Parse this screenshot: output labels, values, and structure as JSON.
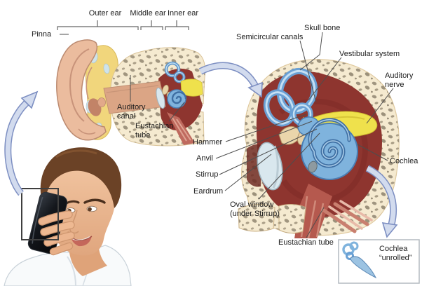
{
  "figure": {
    "region_labels": {
      "outer_ear": "Outer ear",
      "middle_ear": "Middle ear",
      "inner_ear": "Inner ear"
    },
    "small_diagram_labels": {
      "pinna": "Pinna",
      "auditory_canal": "Auditory canal",
      "eustachian_tube": "Eustachian tube"
    },
    "ossicle_labels": {
      "hammer": "Hammer",
      "anvil": "Anvil",
      "stirrup": "Stirrup",
      "eardrum": "Eardrum",
      "oval_window_line1": "Oval window",
      "oval_window_line2": "(under Stirrup)"
    },
    "large_diagram_labels": {
      "semicircular_canals": "Semicircular canals",
      "skull_bone": "Skull bone",
      "vestibular_system": "Vestibular system",
      "auditory_nerve": "Auditory nerve",
      "cochlea": "Cochlea",
      "eustachian_tube": "Eustachian tube"
    },
    "inset": {
      "line1": "Cochlea",
      "line2": "“unrolled”"
    },
    "colors": {
      "bone_cream": "#f5ead0",
      "bone_spots": "#9c917c",
      "middle_ear_cavity_red": "#8e352f",
      "inner_ear_blue": "#7fb3dd",
      "inner_ear_blue_dark": "#4a7fb5",
      "auditory_nerve_yellow": "#efe14c",
      "eardrum_gray_blue": "#d9e7ee",
      "eustachian_red": "#b5594e",
      "cartilage_yellow": "#f1d67c",
      "skin": "#ecb795",
      "hair_brown": "#6b4226",
      "arrow_fill": "#d2dbee",
      "arrow_stroke": "#7d8fc2",
      "label_text": "#1c1c1c"
    }
  }
}
